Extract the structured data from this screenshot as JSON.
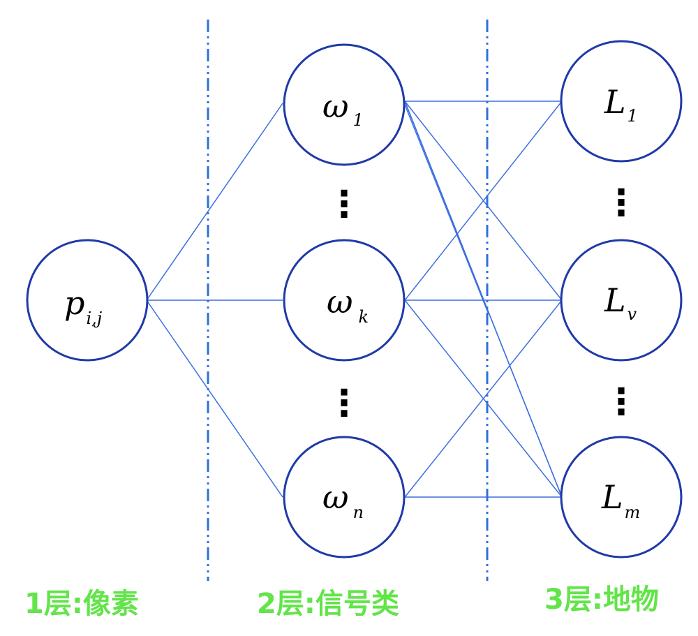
{
  "colors": {
    "node_stroke": "#1f3aa8",
    "edge": "#3c6fe0",
    "divider": "#2f6fe0",
    "layer_label": "#62e44a",
    "text": "#000000"
  },
  "nodes": {
    "p": {
      "main": "p",
      "sub": "i,j"
    },
    "w1": {
      "main": "ω",
      "sub": "1"
    },
    "wk": {
      "main": "ω",
      "sub": "k"
    },
    "wn": {
      "main": "ω",
      "sub": "n"
    },
    "L1": {
      "main": "L",
      "sub": "1"
    },
    "Lv": {
      "main": "L",
      "sub": "v"
    },
    "Lm": {
      "main": "L",
      "sub": "m"
    }
  },
  "ellipsis": "⋮",
  "layers": [
    {
      "label": "1层:像素"
    },
    {
      "label": "2层:信号类"
    },
    {
      "label": "3层:地物"
    }
  ]
}
